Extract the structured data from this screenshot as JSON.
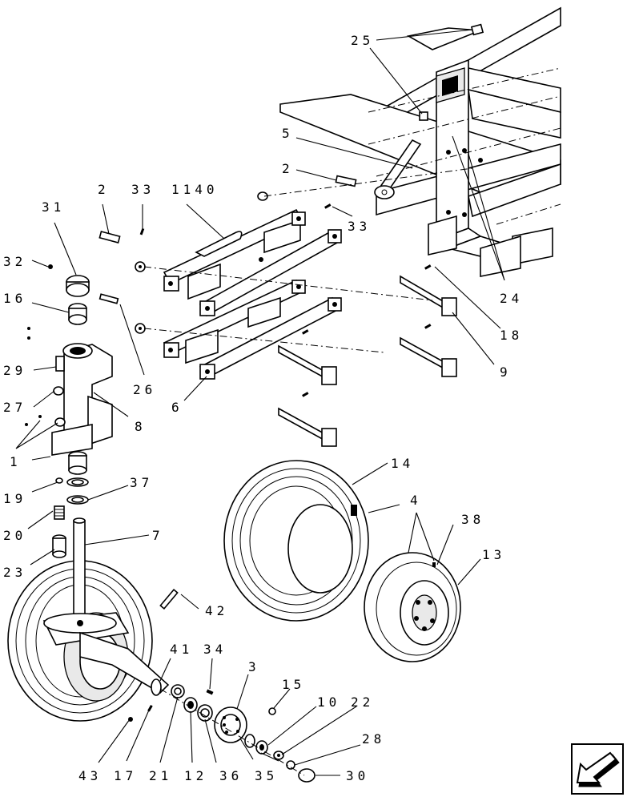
{
  "callouts": {
    "c25": "25",
    "c5": "5",
    "c2a": "2",
    "c1140": "1140",
    "c33a": "33",
    "c2b": "2",
    "c33b": "33",
    "c31": "31",
    "c32": "32",
    "c16": "16",
    "c26": "26",
    "c29": "29",
    "c27": "27",
    "c8": "8",
    "c1": "1",
    "c19": "19",
    "c37": "37",
    "c20": "20",
    "c23": "23",
    "c7": "7",
    "c6": "6",
    "c9": "9",
    "c18": "18",
    "c24": "24",
    "c14": "14",
    "c4": "4",
    "c38": "38",
    "c13": "13",
    "c42": "42",
    "c41": "41",
    "c34": "34",
    "c3": "3",
    "c15": "15",
    "c10": "10",
    "c22": "22",
    "c28": "28",
    "c30": "30",
    "c43": "43",
    "c17": "17",
    "c21": "21",
    "c12": "12",
    "c36": "36",
    "c35": "35"
  },
  "nav_button": {
    "icon": "arrow-down-left-icon"
  }
}
